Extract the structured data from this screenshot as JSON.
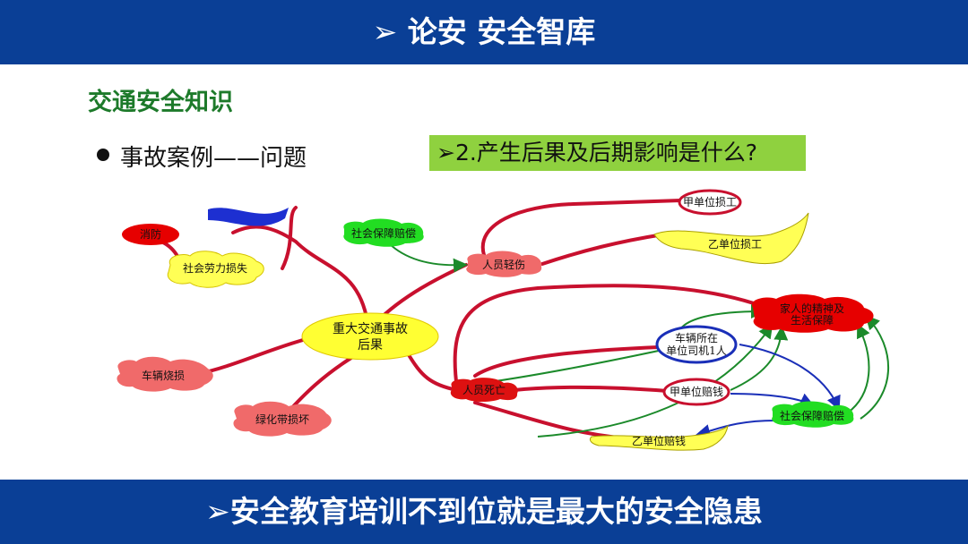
{
  "header": {
    "title": "➢ 论安 安全智库"
  },
  "section": {
    "title": "交通安全知识",
    "bullet": "事故案例——问题"
  },
  "question": "➢2.产生后果及后期影响是什么?",
  "mindmap": {
    "center": {
      "line1": "重大交通事故",
      "line2": "后果"
    },
    "left": {
      "red_top": "消防",
      "labor_loss": "社会劳力损失",
      "vehicle_burn": "车辆烧损",
      "green_belt": "绿化带损坏"
    },
    "upper": {
      "insurance": "社会保障赔偿",
      "injured": "人员轻伤",
      "a_loss": "甲单位损工",
      "b_loss": "乙单位损工"
    },
    "lower": {
      "death": "人员死亡",
      "family": [
        "家人的精神及",
        "生活保障"
      ],
      "driver": [
        "车辆所在",
        "单位司机1人"
      ],
      "a_compensation": "甲单位赔钱",
      "insurance2": "社会保障赔偿",
      "b_compensation": "乙单位赔钱"
    }
  },
  "footer": {
    "slogan": "➢安全教育培训不到位就是最大的安全隐患"
  }
}
